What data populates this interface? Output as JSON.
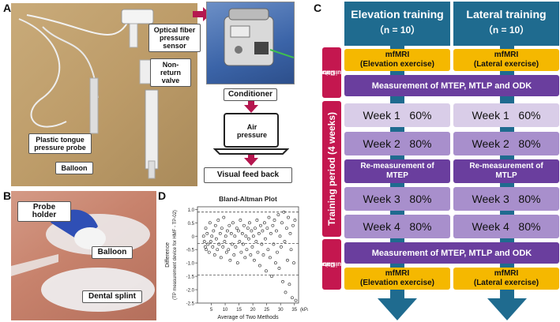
{
  "panels": {
    "a": "A",
    "b": "B",
    "c": "C",
    "d": "D"
  },
  "panel_a": {
    "optical_fiber": [
      "Optical fiber",
      "pressure",
      "sensor"
    ],
    "non_return": [
      "Non-return",
      "valve"
    ],
    "conditioner": "Conditioner",
    "air_pressure": [
      "Air",
      "pressure"
    ],
    "visual_feedback": "Visual feed back",
    "probe": [
      "Plastic tongue",
      "pressure probe"
    ],
    "balloon": "Balloon"
  },
  "panel_b": {
    "probe_holder": "Probe holder",
    "balloon": "Balloon",
    "dental_splint": "Dental splint"
  },
  "panel_c": {
    "headers": [
      {
        "title": "Elevation training",
        "n": "（n = 10）"
      },
      {
        "title": "Lateral training",
        "n": "（n = 10）"
      }
    ],
    "side_labels": {
      "acq1": [
        "Data",
        "acquisition"
      ],
      "training": "Training period (4 weeks)",
      "acq2": [
        "Data",
        "acquisition"
      ]
    },
    "mfmri_top": [
      [
        "mfMRI",
        "(Elevation exercise)"
      ],
      [
        "mfMRI",
        "(Lateral exercise)"
      ]
    ],
    "measurement": "Measurement of MTEP, MTLP and ODK",
    "weeks": {
      "w1": "Week 1   60%",
      "w2": "Week 2   80%",
      "w3": "Week 3   80%",
      "w4": "Week 4   80%"
    },
    "remeasure": [
      [
        "Re-measurement of",
        "MTEP"
      ],
      [
        "Re-measurement of",
        "MTLP"
      ]
    ],
    "measurement2": "Measurement of MTEP, MTLP and ODK",
    "mfmri_bottom": [
      [
        "mfMRI",
        "(Elevation exercise)"
      ],
      [
        "mfMRI",
        "(Lateral exercise)"
      ]
    ]
  },
  "chart_data": {
    "type": "scatter",
    "title": "Bland-Altman Plot",
    "xlabel": "Average of Two Methods",
    "ylabel": "Difference",
    "ylabel2": "(TP measurement device for HMF - TP-02)",
    "x_unit": "(kPa)",
    "xlim": [
      0,
      36.5
    ],
    "ylim": [
      -2.5,
      1.1
    ],
    "xticks": [
      5,
      10,
      15,
      20,
      25,
      30,
      35
    ],
    "yticks": [
      1,
      0.5,
      0,
      -0.5,
      -1,
      -1.5,
      -2,
      -2.5
    ],
    "ytick_labels": [
      "1.0",
      "0.5",
      "0",
      "-0.5",
      "-1.0",
      "-1.5",
      "-2.0",
      "-2.5"
    ],
    "reference_lines": [
      0.9,
      -0.27,
      -1.45
    ],
    "points": [
      [
        2.2,
        0.0
      ],
      [
        2.5,
        -0.2
      ],
      [
        2.8,
        -0.4
      ],
      [
        3.0,
        0.3
      ],
      [
        3.2,
        -0.5
      ],
      [
        3.5,
        0.1
      ],
      [
        3.8,
        -0.3
      ],
      [
        4.2,
        -0.6
      ],
      [
        4.5,
        0.5
      ],
      [
        4.8,
        -0.2
      ],
      [
        5.2,
        0.0
      ],
      [
        5.5,
        -0.4
      ],
      [
        5.8,
        0.2
      ],
      [
        6.2,
        -0.7
      ],
      [
        6.5,
        0.4
      ],
      [
        6.8,
        -0.1
      ],
      [
        7.2,
        -0.5
      ],
      [
        7.5,
        0.6
      ],
      [
        7.8,
        -0.3
      ],
      [
        8.2,
        0.1
      ],
      [
        8.5,
        -0.8
      ],
      [
        8.8,
        0.3
      ],
      [
        9.2,
        -0.4
      ],
      [
        9.5,
        0.7
      ],
      [
        9.8,
        -0.2
      ],
      [
        10.2,
        0.0
      ],
      [
        10.5,
        -0.6
      ],
      [
        10.8,
        0.2
      ],
      [
        11.2,
        -0.5
      ],
      [
        11.5,
        0.4
      ],
      [
        11.8,
        -0.9
      ],
      [
        12.2,
        0.1
      ],
      [
        12.5,
        -0.3
      ],
      [
        12.8,
        0.5
      ],
      [
        13.2,
        -0.7
      ],
      [
        13.5,
        0.0
      ],
      [
        13.8,
        -0.4
      ],
      [
        14.2,
        0.3
      ],
      [
        14.5,
        -1.0
      ],
      [
        14.8,
        0.2
      ],
      [
        15.2,
        -0.2
      ],
      [
        15.5,
        0.6
      ],
      [
        15.8,
        -0.6
      ],
      [
        16.2,
        0.1
      ],
      [
        16.5,
        -0.3
      ],
      [
        16.8,
        0.4
      ],
      [
        17.2,
        -0.8
      ],
      [
        17.5,
        0.0
      ],
      [
        17.8,
        -0.5
      ],
      [
        18.2,
        0.3
      ],
      [
        18.5,
        -0.1
      ],
      [
        18.8,
        0.5
      ],
      [
        19.2,
        -0.7
      ],
      [
        19.5,
        0.2
      ],
      [
        19.8,
        -0.4
      ],
      [
        20.2,
        0.0
      ],
      [
        20.5,
        -0.9
      ],
      [
        20.8,
        0.3
      ],
      [
        21.2,
        -0.2
      ],
      [
        21.5,
        0.6
      ],
      [
        21.8,
        -0.6
      ],
      [
        22.2,
        0.1
      ],
      [
        22.5,
        -1.1
      ],
      [
        22.8,
        0.4
      ],
      [
        23.2,
        -0.3
      ],
      [
        23.5,
        0.2
      ],
      [
        23.8,
        -0.7
      ],
      [
        24.2,
        0.5
      ],
      [
        24.5,
        -0.1
      ],
      [
        24.8,
        -1.3
      ],
      [
        25.2,
        0.3
      ],
      [
        25.5,
        -0.5
      ],
      [
        25.8,
        0.7
      ],
      [
        26.2,
        -0.8
      ],
      [
        26.5,
        0.1
      ],
      [
        26.8,
        -1.5
      ],
      [
        27.2,
        0.4
      ],
      [
        27.5,
        -0.3
      ],
      [
        27.8,
        0.6
      ],
      [
        28.2,
        -1.0
      ],
      [
        28.5,
        0.2
      ],
      [
        28.8,
        -0.6
      ],
      [
        29.2,
        0.8
      ],
      [
        29.5,
        -1.2
      ],
      [
        29.8,
        0.0
      ],
      [
        30.2,
        -0.4
      ],
      [
        30.5,
        0.5
      ],
      [
        30.8,
        -1.7
      ],
      [
        31.2,
        0.9
      ],
      [
        31.5,
        -0.2
      ],
      [
        31.8,
        -2.1
      ],
      [
        32.2,
        0.3
      ],
      [
        32.5,
        -0.9
      ],
      [
        32.8,
        0.7
      ],
      [
        33.2,
        -1.8
      ],
      [
        33.5,
        0.1
      ],
      [
        33.8,
        -0.5
      ],
      [
        34.2,
        -2.3
      ],
      [
        34.5,
        0.4
      ],
      [
        34.8,
        -1.0
      ],
      [
        35.2,
        0.6
      ],
      [
        35.5,
        -2.4
      ]
    ]
  }
}
